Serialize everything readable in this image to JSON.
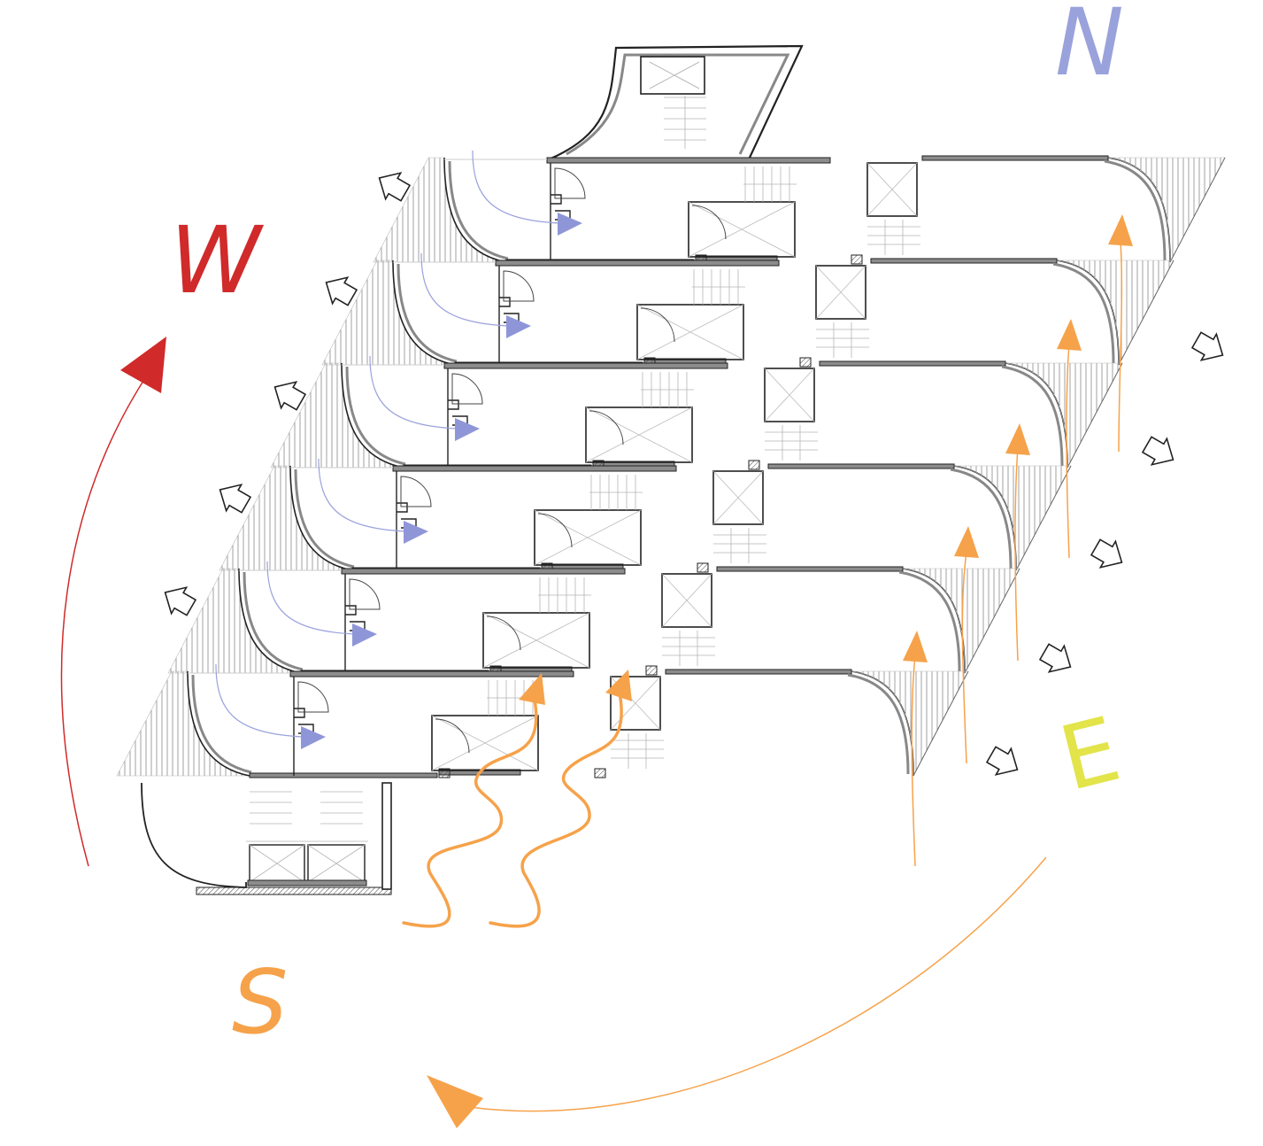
{
  "compass": {
    "north": {
      "label": "N",
      "color": "#9aa2dc"
    },
    "west": {
      "label": "W",
      "color": "#d02a2a"
    },
    "east": {
      "label": "E",
      "color": "#e2e44a"
    },
    "south": {
      "label": "S",
      "color": "#f6a24a"
    }
  },
  "colors": {
    "line": "#222222",
    "wall_fill": "#8c8c8c",
    "hatch": "#9a9a9a",
    "stair": "#b5b5b5",
    "entry_arrow": "#8f96d8",
    "sun": "#f6a24a",
    "wind_arrow": "#222222",
    "west_arc": "#d02a2a"
  },
  "diagram": {
    "unit_count": 6,
    "icons": {
      "entry_arrow": "blue-triangle-icon",
      "wind_arrow": "outline-arrow-icon",
      "sun_arrow": "orange-arrow-icon"
    }
  }
}
